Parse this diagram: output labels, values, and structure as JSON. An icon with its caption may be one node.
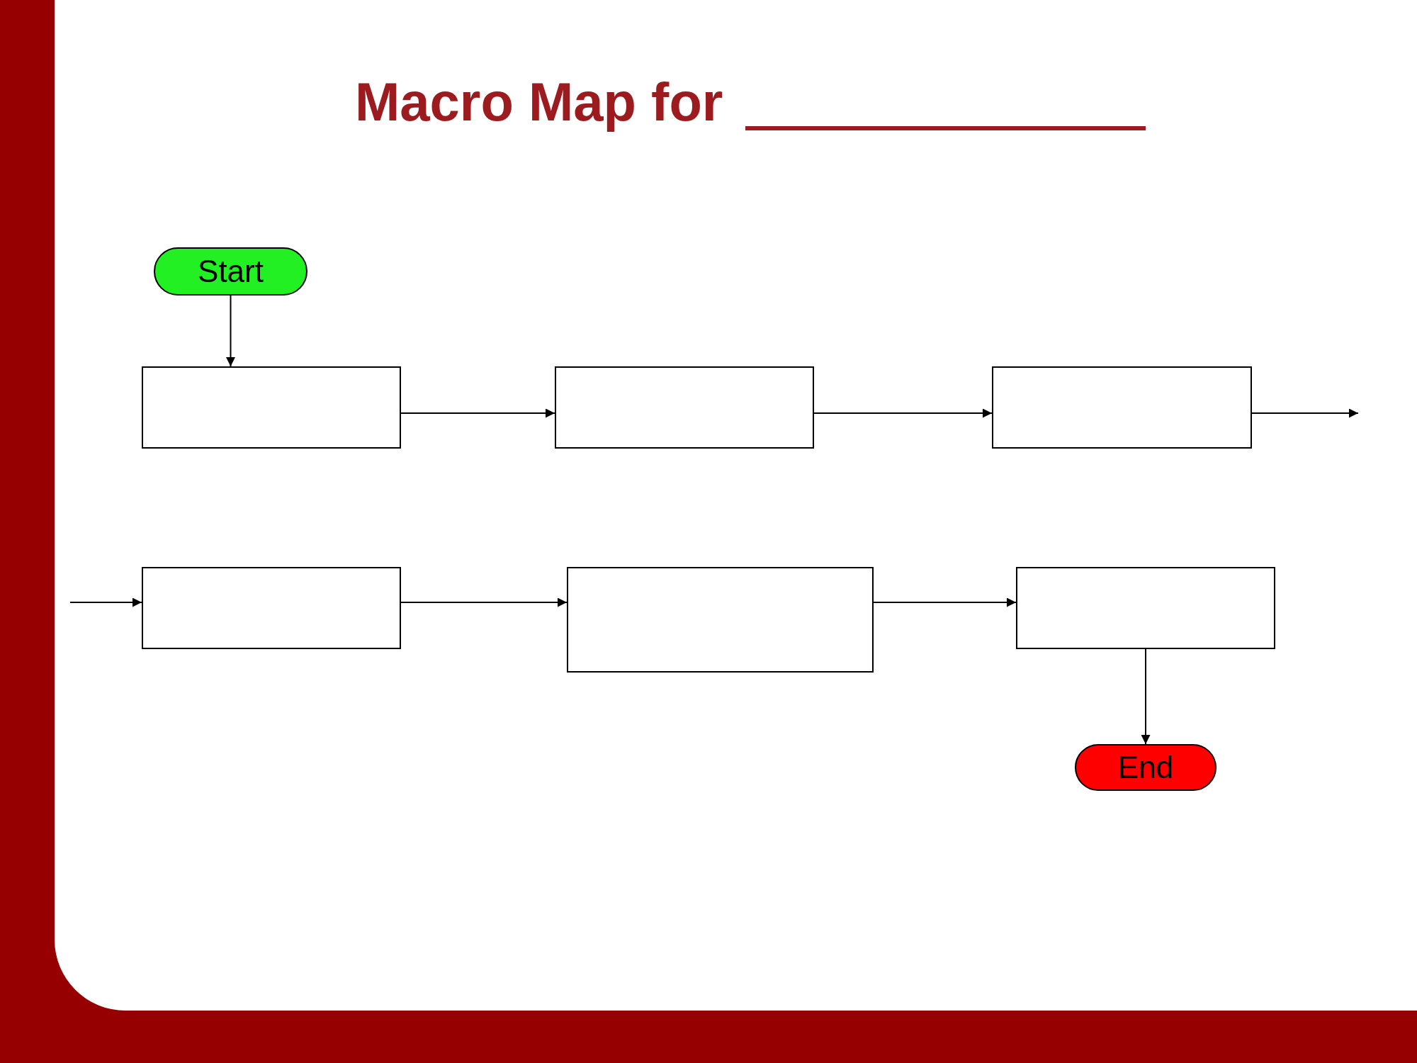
{
  "diagram": {
    "title": "Macro Map for",
    "nodes": [
      {
        "text": [
          "Start"
        ]
      },
      {
        "text": [],
        "shape": "box"
      },
      {
        "text": [],
        "shape": "box"
      },
      {
        "text": [],
        "shape": "box"
      },
      {
        "text": [],
        "shape": "box"
      },
      {
        "text": [],
        "shape": "box"
      },
      {
        "text": [],
        "shape": "box"
      },
      {
        "text": [
          "End"
        ]
      }
    ],
    "edges": [
      {
        "from": 0,
        "to": 1,
        "arrow": "to"
      },
      {
        "from": 1,
        "to": 2,
        "arrow": "to"
      },
      {
        "from": 2,
        "to": 3,
        "arrow": "to"
      },
      {
        "from": 3,
        "to": null,
        "arrow": "to"
      },
      {
        "from": null,
        "to": 4,
        "arrow": "to"
      },
      {
        "from": 4,
        "to": 5,
        "arrow": "to"
      },
      {
        "from": 5,
        "to": 6,
        "arrow": "to"
      },
      {
        "from": 6,
        "to": 7,
        "arrow": "to"
      }
    ]
  }
}
